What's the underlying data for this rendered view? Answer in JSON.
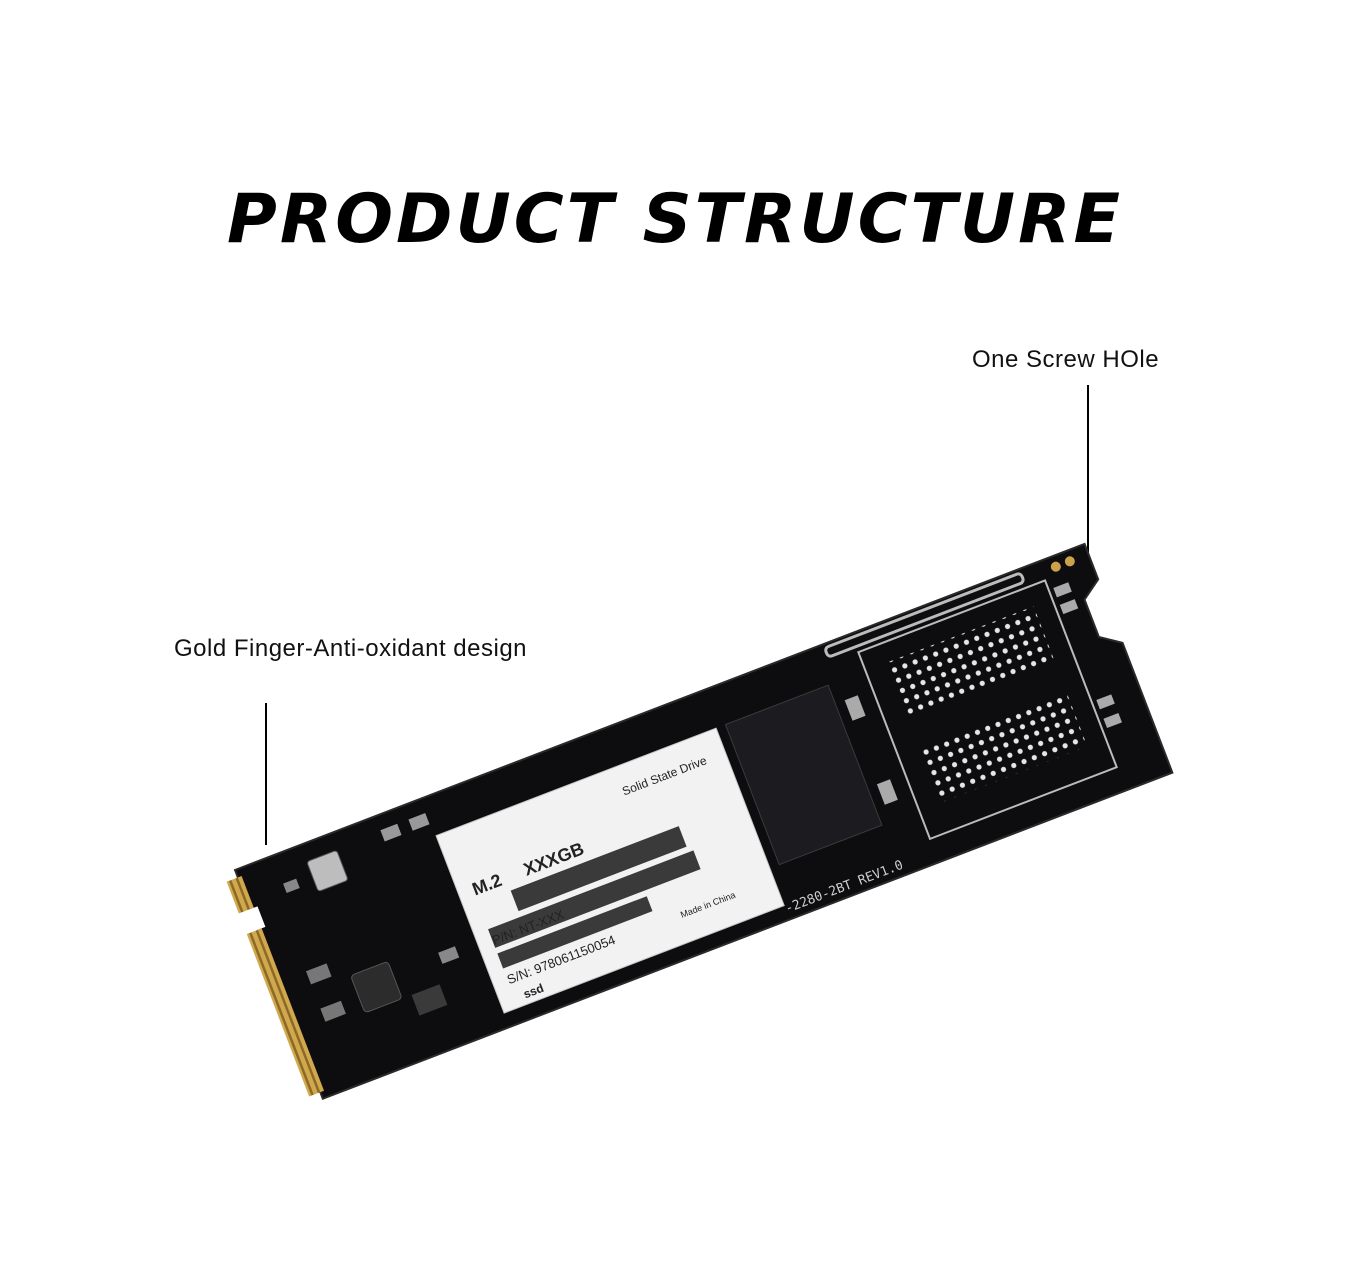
{
  "title": "PRODUCT STRUCTURE",
  "callouts": {
    "screw_hole": "One Screw HOle",
    "gold_finger": "Gold Finger-Anti-oxidant design"
  },
  "ssd_label": {
    "drive_type": "Solid State Drive",
    "form_factor": "M.2",
    "capacity": "XXXGB",
    "part_number": "P/N: NT-XXX",
    "serial_number": "S/N: 978061150054",
    "origin": "Made in China",
    "brand": "ssd"
  },
  "pcb_silkscreen": "-2280-2BT REV1.0",
  "colors": {
    "pcb": "#0d0d0f",
    "gold_contacts": "#c9a24a",
    "label": "#f2f2f2"
  }
}
